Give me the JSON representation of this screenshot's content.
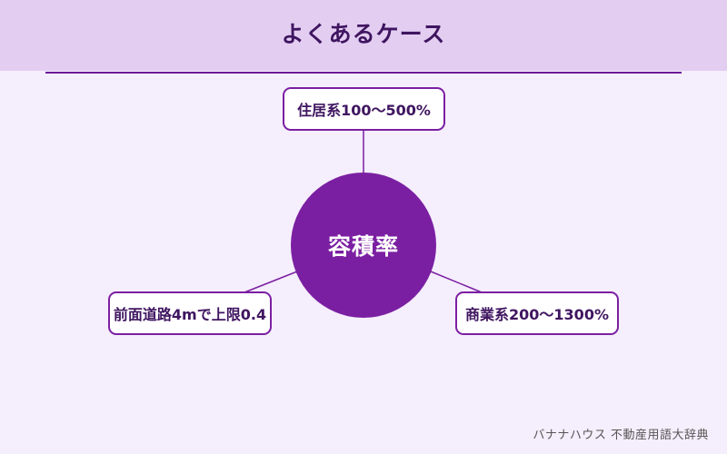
{
  "header": {
    "title": "よくあるケース"
  },
  "diagram": {
    "center": {
      "label": "容積率"
    },
    "nodes": {
      "top": "住居系100〜500%",
      "left": "前面道路4mで上限0.4",
      "right": "商業系200〜1300%"
    }
  },
  "footer": {
    "credit": "バナナハウス 不動産用語大辞典"
  },
  "colors": {
    "header_background": "#e3cef2",
    "page_background": "#f5eefc",
    "accent": "#7b1fa2",
    "title_text": "#3f1560"
  }
}
